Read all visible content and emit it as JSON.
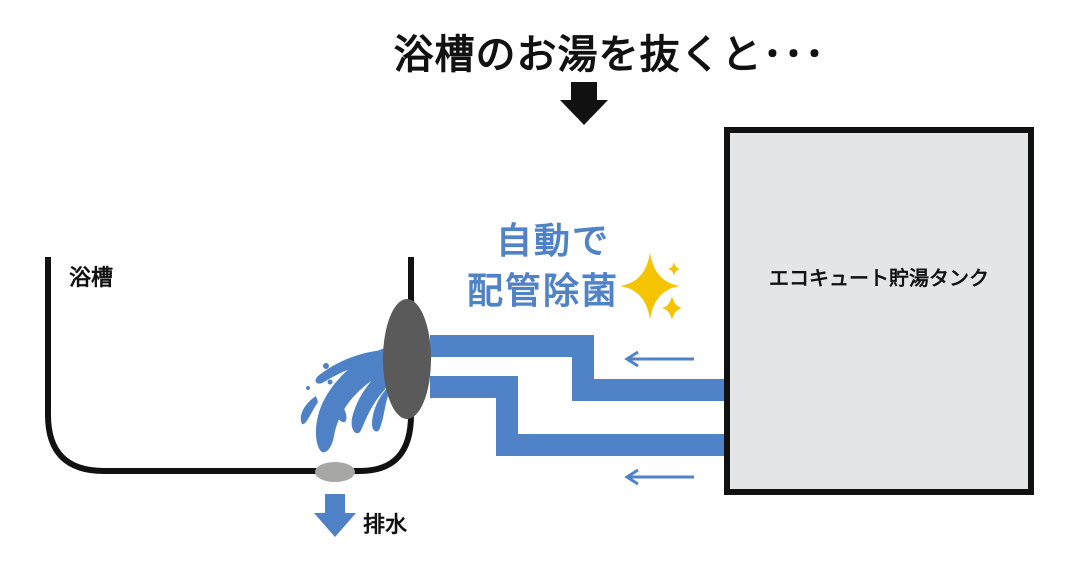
{
  "headline": "浴槽のお湯を抜くと･･･",
  "tank_label": "エコキュート貯湯タンク",
  "tub_label": "浴槽",
  "drain_label": "排水",
  "auto_clean": {
    "line1": "自動で",
    "line2": "配管除菌"
  },
  "colors": {
    "pipe": "#5082c8",
    "water": "#4f81c6",
    "tank_fill": "#e4e5e7",
    "outline": "#111111",
    "jet": "#5a5a5a",
    "drain_plug": "#a7a7a5",
    "sparkle": "#f5c400"
  }
}
